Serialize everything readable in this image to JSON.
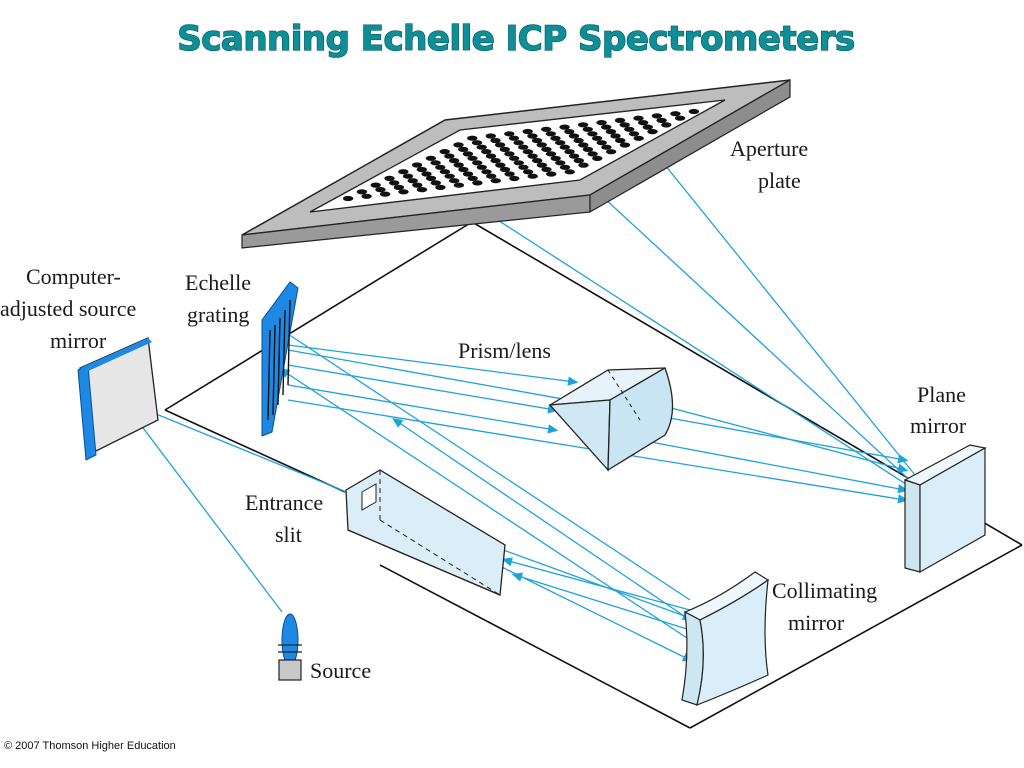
{
  "title": "Scanning Echelle ICP Spectrometers",
  "labels": {
    "aperture_line1": "Aperture",
    "aperture_line2": "plate",
    "computer_line1": "Computer-",
    "computer_line2": "adjusted source",
    "computer_line3": "mirror",
    "echelle_line1": "Echelle",
    "echelle_line2": "grating",
    "prism": "Prism/lens",
    "plane_line1": "Plane",
    "plane_line2": "mirror",
    "entrance_line1": "Entrance",
    "entrance_line2": "slit",
    "collimating_line1": "Collimating",
    "collimating_line2": "mirror",
    "source": "Source"
  },
  "copyright": "© 2007 Thomson Higher Education",
  "colors": {
    "title": "#0e8f97",
    "beam": "#1ea3d8",
    "mirror_face": "#d9eef8",
    "mirror_edge": "#1e88e5",
    "plate_gray": "#b9b9b9"
  }
}
